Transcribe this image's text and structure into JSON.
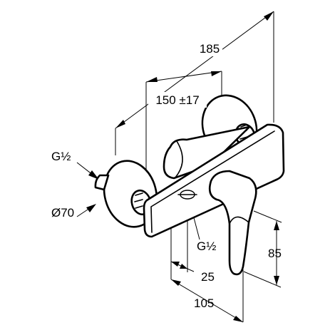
{
  "dimensions": {
    "overall_depth": "185",
    "connection_spacing": "150 ±17",
    "thread_left": "G½",
    "rosette_diameter": "Ø70",
    "thread_bottom": "G½",
    "outlet_offset": "25",
    "body_depth": "105",
    "handle_height": "85"
  }
}
